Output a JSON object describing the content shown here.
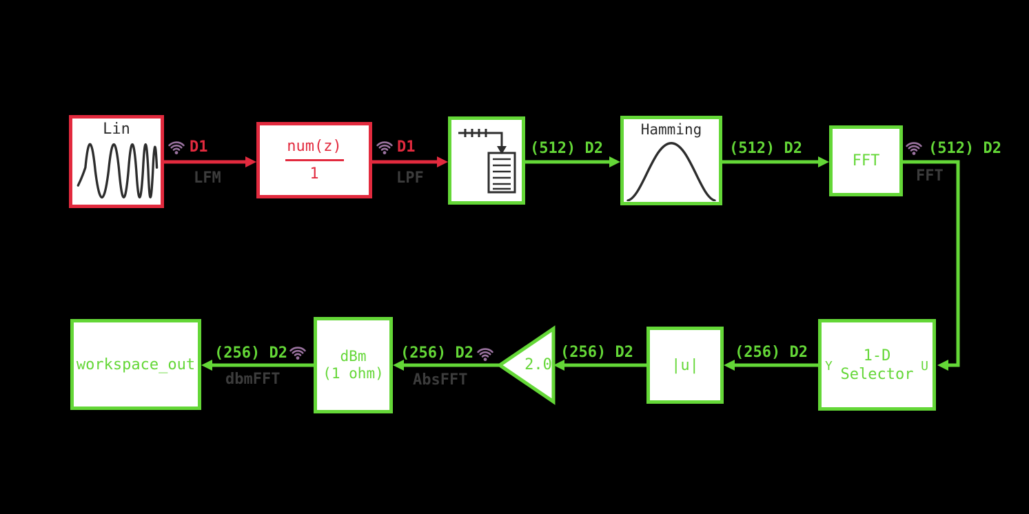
{
  "diagram": {
    "description": "Simulink-style spectral analysis signal flow diagram",
    "background": "#000000"
  },
  "colors": {
    "red": "#e22a3e",
    "green": "#64d737",
    "label_gray": "#3c3c3c",
    "block_ink": "#2d2d2d",
    "wifi_purple": "#9b73a0",
    "block_background": "#ffffff"
  },
  "blocks": {
    "chirp": {
      "label": "Lin"
    },
    "lowpass": {
      "numerator": "num(z)",
      "denominator": "1"
    },
    "buffer": {
      "icon": "buffer-icon"
    },
    "window": {
      "label": "Hamming"
    },
    "fft": {
      "label": "FFT"
    },
    "selector": {
      "line1": "1-D",
      "line2": "Selector",
      "port_out": "Y",
      "port_in": "U"
    },
    "magnitude": {
      "label": "|u|"
    },
    "gain": {
      "value": "2.0"
    },
    "dbm": {
      "line1": "dBm",
      "line2": "(1 ohm)"
    },
    "workspace": {
      "label": "workspace_out"
    }
  },
  "signals": {
    "chirp_out": {
      "dims": "D1",
      "name": "LFM"
    },
    "lowpass_out": {
      "dims": "D1",
      "name": "LPF"
    },
    "buffer_out": {
      "dims": "(512) D2"
    },
    "window_out": {
      "dims": "(512) D2"
    },
    "fft_out": {
      "dims": "(512) D2",
      "name": "FFT"
    },
    "selector_out": {
      "dims": "(256) D2"
    },
    "magnitude_out": {
      "dims": "(256) D2"
    },
    "gain_out": {
      "dims": "(256) D2",
      "name": "AbsFFT"
    },
    "dbm_out": {
      "dims": "(256) D2",
      "name": "dbmFFT"
    }
  },
  "icons": {
    "wifi": "wifi-signal-logging-icon",
    "chirp_wave": "chirp-waveform-icon",
    "buffer": "buffer-frames-icon",
    "window_curve": "hamming-window-curve-icon"
  }
}
